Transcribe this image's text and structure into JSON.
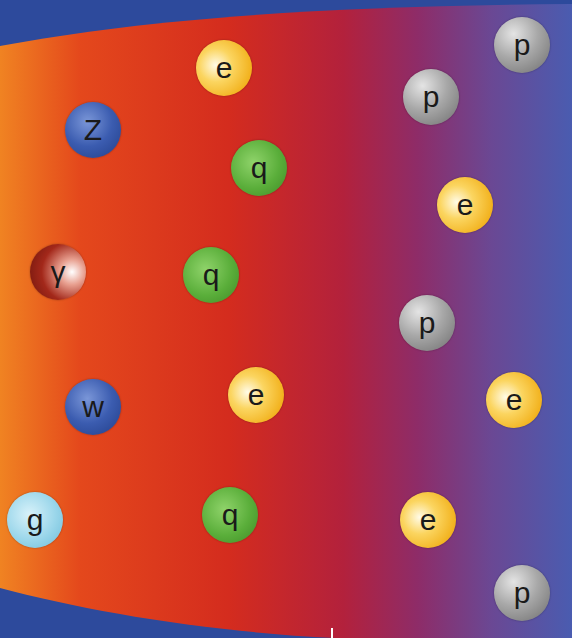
{
  "diagram": {
    "nodes": [
      {
        "text": [
          "Z"
        ]
      },
      {
        "text": [
          "γ"
        ]
      },
      {
        "text": [
          "w"
        ]
      },
      {
        "text": [
          "g"
        ]
      },
      {
        "text": [
          "e"
        ]
      },
      {
        "text": [
          "q"
        ]
      },
      {
        "text": [
          "q"
        ]
      },
      {
        "text": [
          "e"
        ]
      },
      {
        "text": [
          "q"
        ]
      },
      {
        "text": [
          "p"
        ]
      },
      {
        "text": [
          "p"
        ]
      },
      {
        "text": [
          "e"
        ]
      },
      {
        "text": [
          "p"
        ]
      },
      {
        "text": [
          "e"
        ]
      },
      {
        "text": [
          "e"
        ]
      },
      {
        "text": [
          "p"
        ]
      }
    ]
  }
}
